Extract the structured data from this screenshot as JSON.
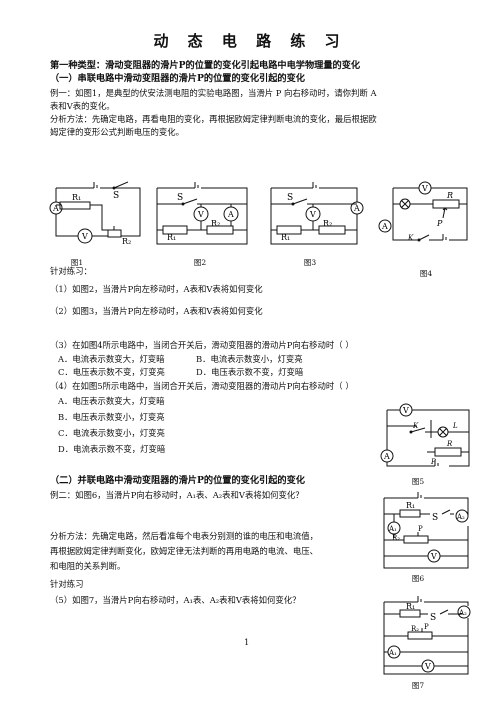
{
  "title": "动 态 电 路 练 习",
  "type1_heading": "第一种类型：滑动变阻器的滑片P的位置的变化引起电路中电学物理量的变化",
  "sec1_heading": "（一）串联电路中滑动变阻器的滑片P的位置的变化引起的变化",
  "example1_line1": "例一：如图1，是典型的伏安法测电阻的实验电路图，当滑片 P 向右移动时，请你判断 A",
  "example1_line2": "表和V表的变化。",
  "analysis1_line1": "分析方法：先确定电路，再看电阻的变化，再根据欧姆定律判断电流的变化，最后根据欧",
  "analysis1_line2": "姆定律的变形公式判断电压的变化。",
  "figures": {
    "fig1": "图1",
    "fig2": "图2",
    "fig3": "图3",
    "fig4": "图4",
    "fig5": "图5",
    "fig6": "图6",
    "fig7": "图7"
  },
  "symbols": {
    "A": "A",
    "V": "V",
    "S": "S",
    "K": "K",
    "L": "L",
    "P": "P",
    "R": "R",
    "R1": "R₁",
    "R2": "R₂",
    "A1": "A₁",
    "A2": "A₂"
  },
  "practice_label": "针对练习：",
  "q1": "（1）如图2，当滑片P向左移动时，A表和V表将如何变化",
  "q2": "（2）如图3，当滑片P向左移动时，A表和V表将如何变化",
  "q3": "（3）在如图4所示电路中，当闭合开关后，滑动变阻器的滑动片P向右移动时（          ）",
  "q3_opt_a": "A．电流表示数变大，灯变暗",
  "q3_opt_b": "B．电流表示数变小，灯变亮",
  "q3_opt_c": "C．电压表示数不变，灯变亮",
  "q3_opt_d": "D．电压表示数不变，灯变暗",
  "q4": "（4）在如图5所示电路中，当闭合开关后，滑动变阻器的滑动片P向右移动时（          ）",
  "q4_opt_a": "A．电压表示数变大，灯变暗",
  "q4_opt_b": "B．电压表示数变小，灯变亮",
  "q4_opt_c": "C．电流表示数变小，灯变亮",
  "q4_opt_d": "D．电流表示数不变，灯变暗",
  "sec2_heading": "（二）并联电路中滑动变阻器的滑片P的位置的变化引起的变化",
  "example2": "例二：如图6，当滑片P向右移动时，A₁表、A₂表和V表将如何变化？",
  "analysis2_line1": "分析方法：先确定电路，然后看准每个电表分别测的谁的电压和电流值，",
  "analysis2_line2": "再根据欧姆定律判断变化，欧姆定律无法判断的再用电路的电流、电压、",
  "analysis2_line3": "和电阻的关系判断。",
  "practice2_label": "针对练习",
  "q5": "（5）如图7，当滑片P向右移动时，A₁表、A₂表和V表将如何变化？",
  "page_number": "1"
}
